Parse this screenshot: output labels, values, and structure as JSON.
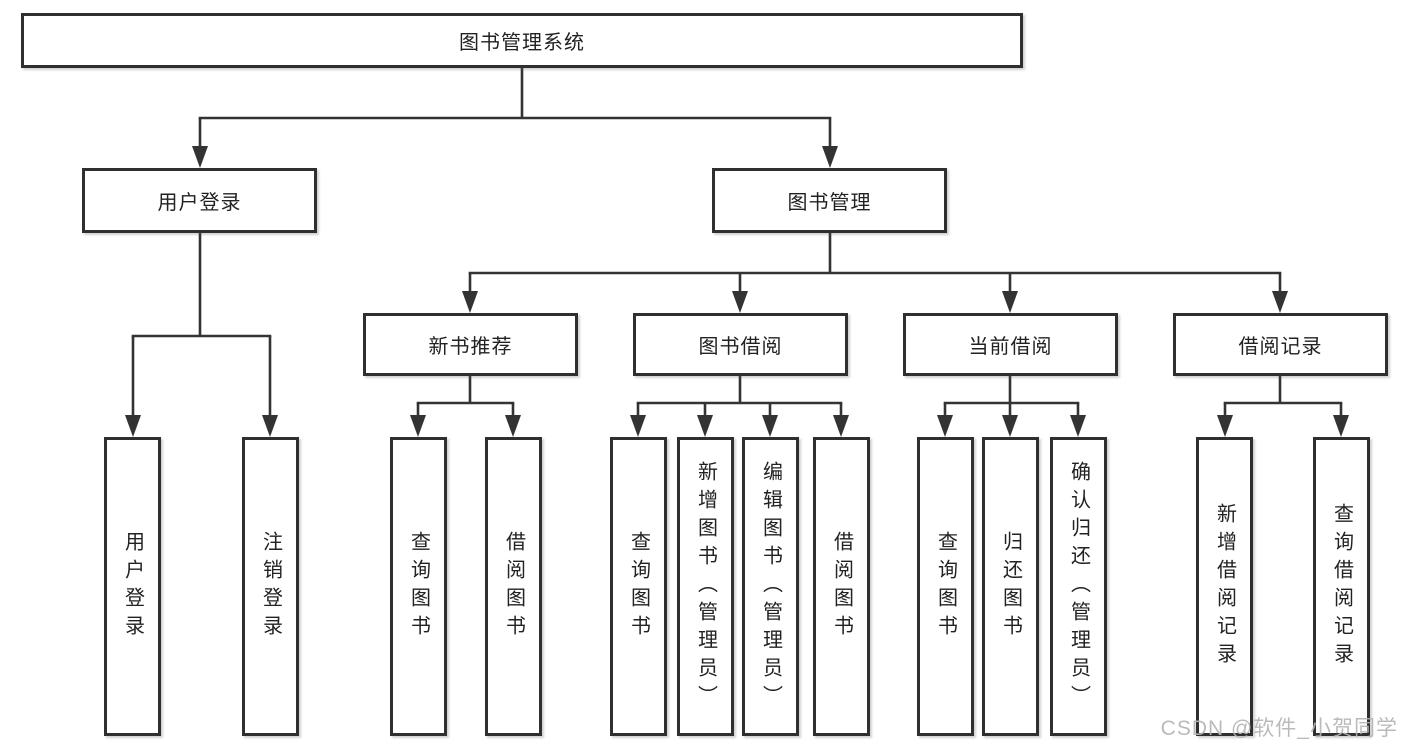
{
  "colors": {
    "line": "#333333",
    "box_border": "#2f2f2f",
    "box_fill": "#ffffff",
    "text": "#222222",
    "watermark": "#b5b5b5",
    "background": "#ffffff"
  },
  "tree": {
    "root": {
      "label": "图书管理系统"
    },
    "branches": [
      {
        "label": "用户登录",
        "children": [
          {
            "label": "用户登录"
          },
          {
            "label": "注销登录"
          }
        ]
      },
      {
        "label": "图书管理",
        "children": [
          {
            "label": "新书推荐",
            "children": [
              {
                "label": "查询图书"
              },
              {
                "label": "借阅图书"
              }
            ]
          },
          {
            "label": "图书借阅",
            "children": [
              {
                "label": "查询图书"
              },
              {
                "label": "新增图书（管理员）"
              },
              {
                "label": "编辑图书（管理员）"
              },
              {
                "label": "借阅图书"
              }
            ]
          },
          {
            "label": "当前借阅",
            "children": [
              {
                "label": "查询图书"
              },
              {
                "label": "归还图书"
              },
              {
                "label": "确认归还（管理员）"
              }
            ]
          },
          {
            "label": "借阅记录",
            "children": [
              {
                "label": "新增借阅记录"
              },
              {
                "label": "查询借阅记录"
              }
            ]
          }
        ]
      }
    ]
  },
  "watermark": {
    "text": "CSDN @软件_小贺同学"
  }
}
